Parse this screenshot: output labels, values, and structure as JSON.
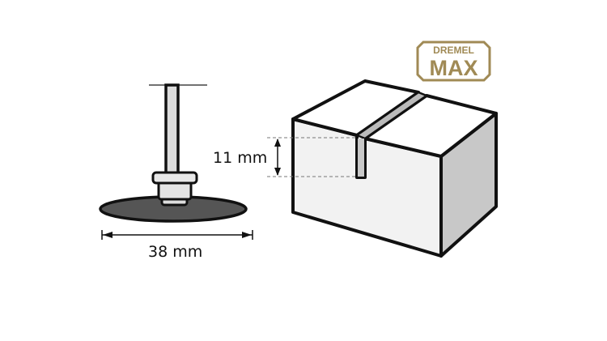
{
  "logo": {
    "brand": "DREMEL",
    "product": "MAX",
    "color": "#a08a55"
  },
  "dimensions": {
    "diameter": "38 mm",
    "cut_depth": "11 mm"
  }
}
